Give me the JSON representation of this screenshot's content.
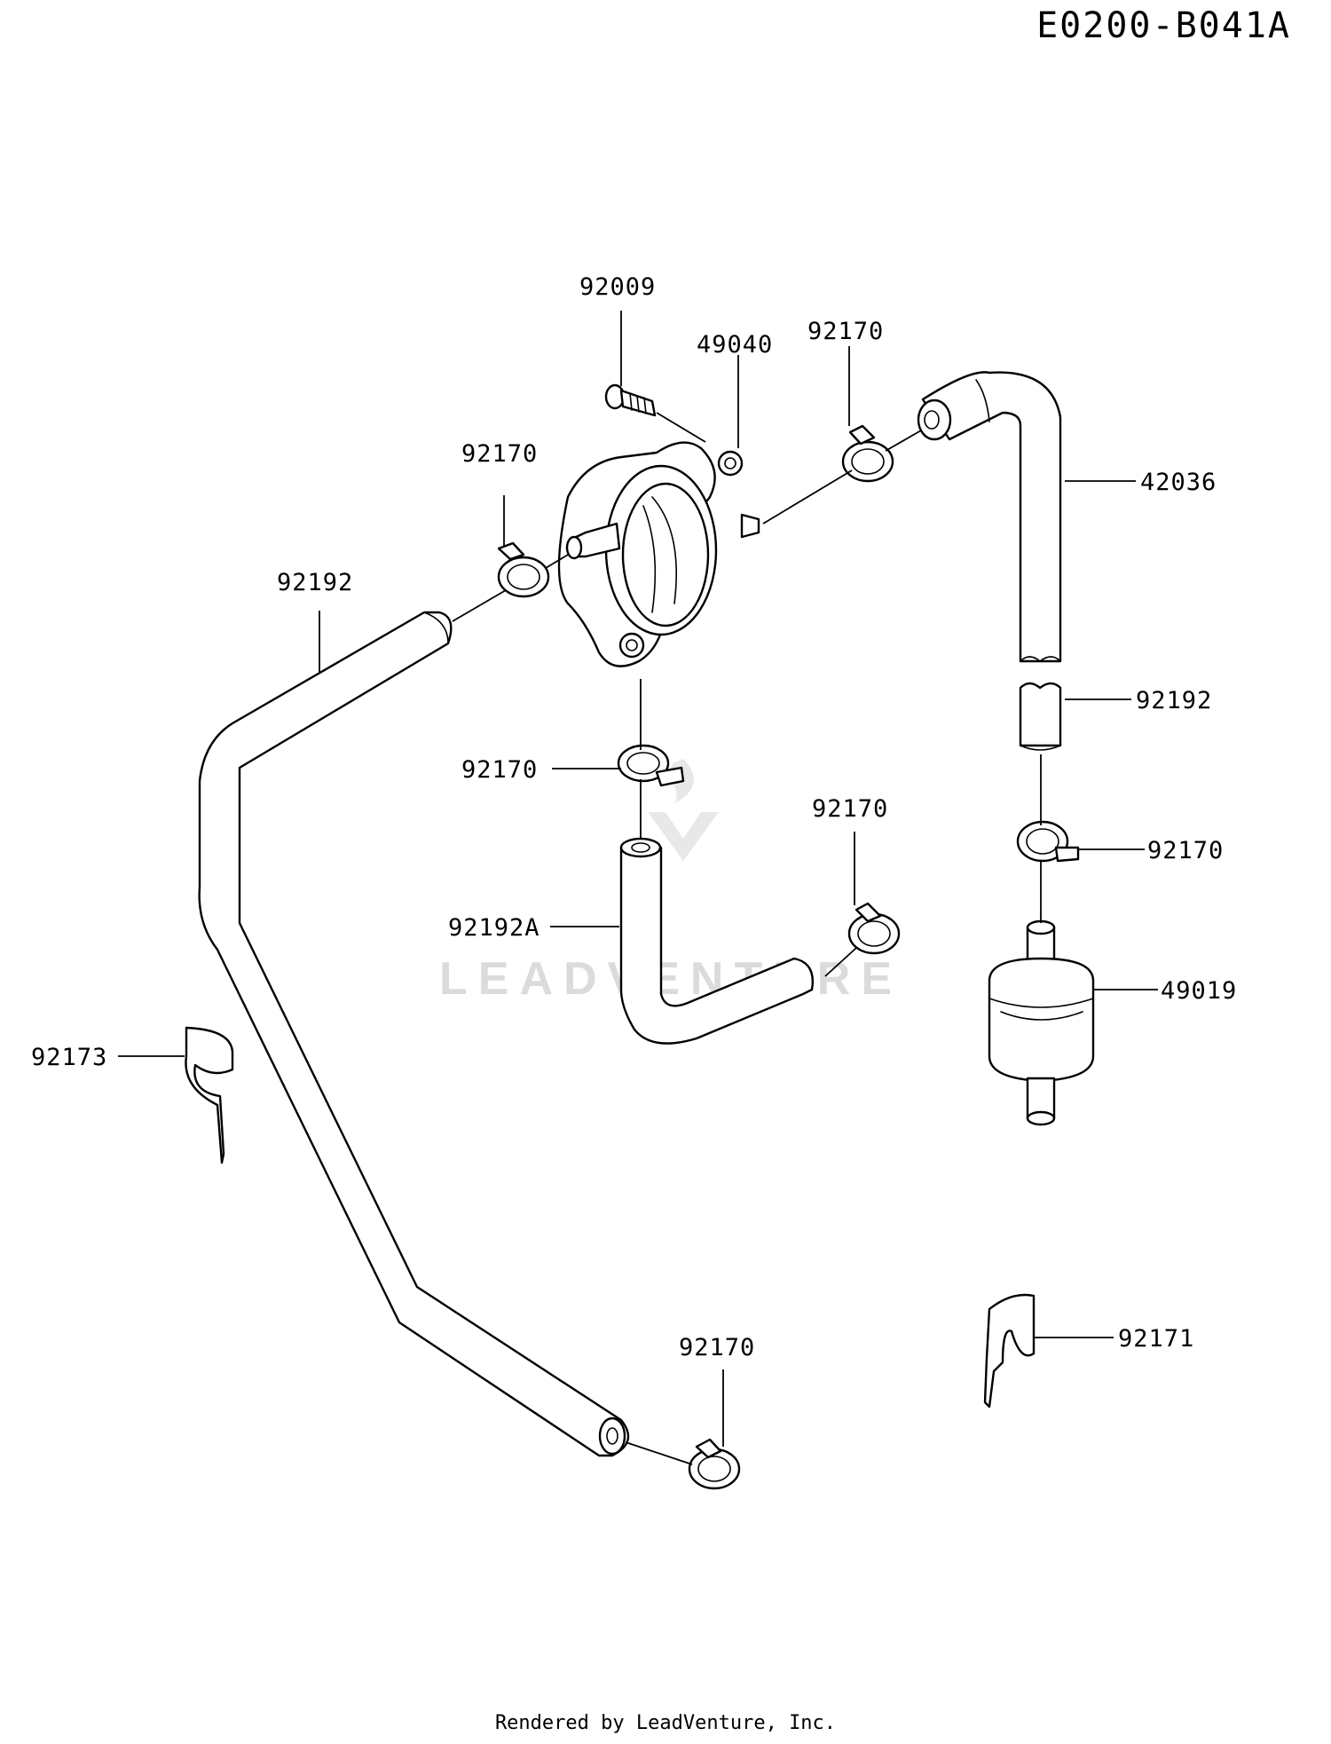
{
  "diagram_id": "E0200-B041A",
  "footer": "Rendered by LeadVenture, Inc.",
  "watermark": "LEADVENTURE",
  "labels": {
    "bolt_92009": "92009",
    "pump_49040": "49040",
    "clamp_top_right": "92170",
    "clamp_top_left": "92170",
    "hose_42036": "42036",
    "hose_long_92192": "92192",
    "hose_short_92192": "92192",
    "clamp_center": "92170",
    "clamp_center_right": "92170",
    "clamp_right": "92170",
    "hose_92192a": "92192A",
    "filter_49019": "49019",
    "clip_92173": "92173",
    "clamp_bottom": "92170",
    "clip_92171": "92171"
  }
}
